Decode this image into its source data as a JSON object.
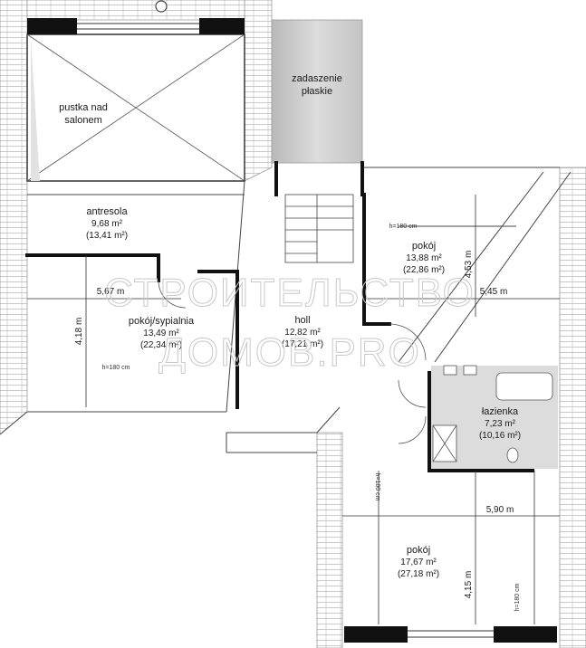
{
  "rooms": {
    "pustka": {
      "name_line1": "pustka nad",
      "name_line2": "salonem"
    },
    "zadaszenie": {
      "name_line1": "zadaszenie",
      "name_line2": "płaskie"
    },
    "antresola": {
      "name": "antresola",
      "area": "9,68 m²",
      "area_total": "(13,41 m²)"
    },
    "pokoj_ne": {
      "name": "pokój",
      "area": "13,88 m²",
      "area_total": "(22,86 m²)"
    },
    "sypialnia": {
      "name": "pokój/sypialnia",
      "area": "13,49 m²",
      "area_total": "(22,34 m²)"
    },
    "holl": {
      "name": "holl",
      "area": "12,82 m²",
      "area_total": "(17,21 m²)"
    },
    "lazienka": {
      "name": "łazienka",
      "area": "7,23 m²",
      "area_total": "(10,16 m²)"
    },
    "pokoj_s": {
      "name": "pokój",
      "area": "17,67 m²",
      "area_total": "(27,18 m²)"
    }
  },
  "dimensions": {
    "sypialnia_width": "5,67 m",
    "sypialnia_depth": "4,18 m",
    "pokoj_ne_depth": "4,53 m",
    "pokoj_ne_width": "5,45 m",
    "pokoj_s_width": "5,90 m",
    "pokoj_s_depth": "4,15 m"
  },
  "heights": {
    "h_pokoj_ne": "h=180 cm",
    "h_sypialnia": "h=180 cm",
    "h_pokoj_s_left": "h=180 cm",
    "h_pokoj_s_right": "h=180 cm"
  },
  "watermark": {
    "line1": "СТРОИТЕЛЬСТВО",
    "line2": "ДОМОВ.PRO"
  },
  "colors": {
    "wall": "#111111",
    "roof_hatch": "#bdbdbd",
    "flat_roof": "#cfcfcf",
    "bath_floor": "#dddddd",
    "line": "#555555"
  }
}
